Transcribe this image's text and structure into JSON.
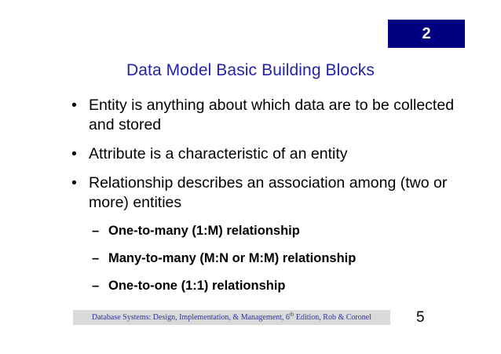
{
  "slide": {
    "chapter_badge": {
      "number": "2",
      "background_color": "#000080",
      "text_color": "#FFFFFF"
    },
    "title": "Data Model Basic Building Blocks",
    "title_color": "#2222AA",
    "bullets": [
      {
        "marker": "•",
        "text": "Entity is anything about which data are to be collected and stored"
      },
      {
        "marker": "•",
        "text": "Attribute is a characteristic of an entity"
      },
      {
        "marker": "•",
        "text": "Relationship describes an association among (two or more) entities"
      }
    ],
    "sub_bullets": [
      {
        "marker": "–",
        "text": "One-to-many (1:M) relationship"
      },
      {
        "marker": "–",
        "text": "Many-to-many (M:N or M:M) relationship"
      },
      {
        "marker": "–",
        "text": "One-to-one (1:1) relationship"
      }
    ],
    "footer": {
      "citation_before": "Database Systems: Design, Implementation, & Management, 6",
      "citation_superscript": "th",
      "citation_after": " Edition, Rob & Coronel",
      "background_color": "#D9D9D9",
      "text_color": "#333399"
    },
    "page_number": "5"
  }
}
